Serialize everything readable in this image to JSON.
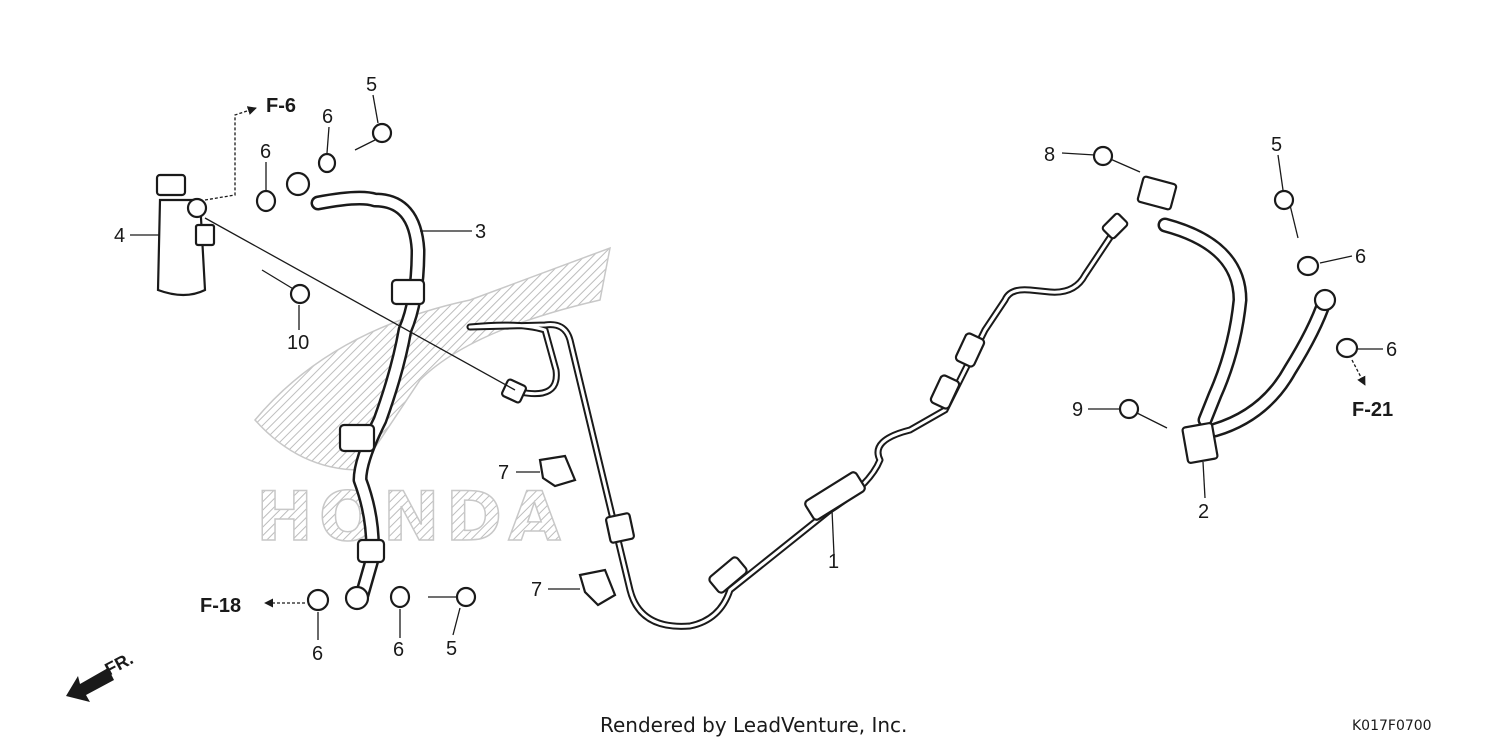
{
  "watermark": {
    "text": "HONDA"
  },
  "callouts": {
    "c1": "1",
    "c2": "2",
    "c3": "3",
    "c4": "4",
    "c5a": "5",
    "c5b": "5",
    "c5c": "5",
    "c6a": "6",
    "c6b": "6",
    "c6c": "6",
    "c6d": "6",
    "c6e": "6",
    "c6f": "6",
    "c7a": "7",
    "c7b": "7",
    "c8": "8",
    "c9": "9",
    "c10": "10"
  },
  "references": {
    "f6": "F-6",
    "f18": "F-18",
    "f21": "F-21"
  },
  "direction": {
    "label": "FR."
  },
  "footer": {
    "credit": "Rendered by LeadVenture, Inc.",
    "diagram_code": "K017F0700"
  }
}
